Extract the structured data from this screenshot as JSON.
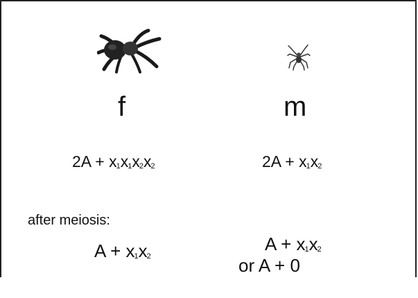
{
  "female": {
    "label": "f",
    "karyotype": {
      "prefix": "2A + ",
      "chrom": "x",
      "sub1": "1",
      "sub2": "2"
    },
    "gamete": {
      "prefix": "A + ",
      "chrom": "x",
      "sub1": "1",
      "sub2": "2"
    }
  },
  "male": {
    "label": "m",
    "karyotype": {
      "prefix": "2A + ",
      "chrom": "x",
      "sub1": "1",
      "sub2": "2"
    },
    "gamete_option1": {
      "prefix": "A + ",
      "chrom": "x",
      "sub1": "1",
      "sub2": "2"
    },
    "gamete_option2": "or A + 0"
  },
  "note": "after meiosis:",
  "icons": {
    "female_spider": "large-spider-icon",
    "male_spider": "small-spider-icon"
  }
}
